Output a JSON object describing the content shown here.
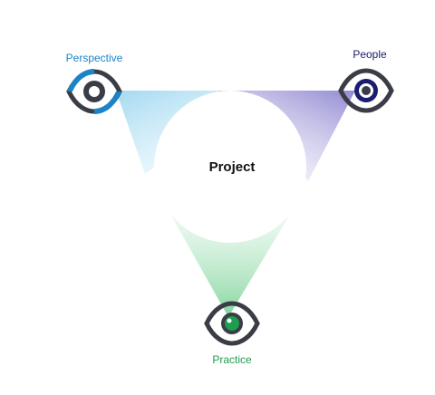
{
  "center": {
    "title": "Project"
  },
  "nodes": {
    "perspective": {
      "label": "Perspective",
      "icon": "eye-icon",
      "color": "#1a84c7"
    },
    "people": {
      "label": "People",
      "icon": "eye-icon",
      "color": "#1c1d6e"
    },
    "practice": {
      "label": "Practice",
      "icon": "eye-icon",
      "color": "#1e9e4e"
    }
  },
  "colors": {
    "eye_outline": "#3a3d45",
    "beam_perspective": "#a9dcf2",
    "beam_people": "#9e97d6",
    "beam_practice": "#8fd9a6"
  }
}
